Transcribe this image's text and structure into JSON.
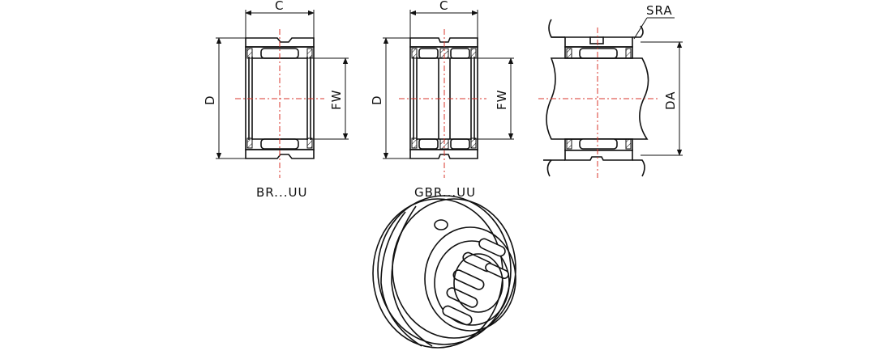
{
  "views": [
    {
      "id": "br",
      "caption": "BR...UU",
      "dim_width": "C",
      "dim_outer": "D",
      "dim_inner": "FW"
    },
    {
      "id": "gbr",
      "caption": "GBR...UU",
      "dim_width": "C",
      "dim_outer": "D",
      "dim_inner": "FW"
    },
    {
      "id": "mount",
      "dim_radius": "SRA",
      "dim_housing": "DA"
    }
  ],
  "colors": {
    "line": "#111111",
    "centerline": "#d9342b",
    "background": "#ffffff"
  },
  "icons": [
    "bearing-section-icon",
    "bearing-3d-icon"
  ]
}
